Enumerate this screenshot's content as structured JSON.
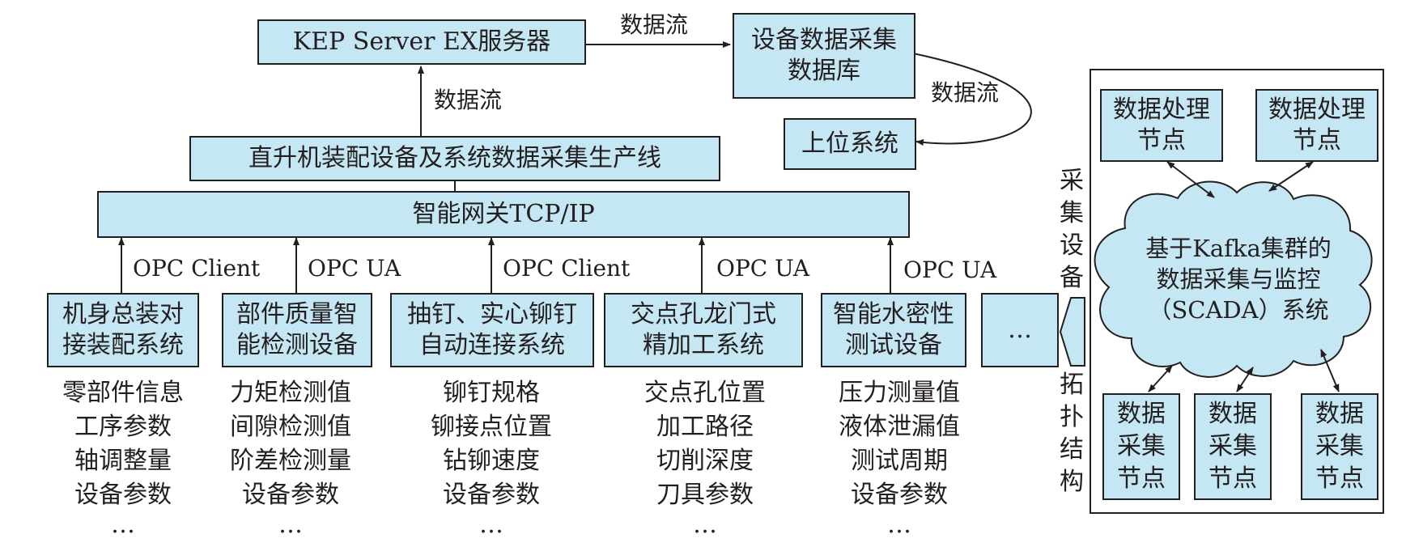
{
  "kep_server": "KEP Server EX服务器",
  "equip_db": [
    "设备数据采集",
    "数据库"
  ],
  "upper_system": "上位系统",
  "dataflow_top": "数据流",
  "dataflow_mid": "数据流",
  "dataflow_right": "数据流",
  "production_line": "直升机装配设备及系统数据采集生产线",
  "gateway": "智能网关TCP/IP",
  "protocols": [
    "OPC Client",
    "OPC UA",
    "OPC Client",
    "OPC UA",
    "OPC UA"
  ],
  "devices": [
    {
      "lines": [
        "机身总装对",
        "接装配系统"
      ]
    },
    {
      "lines": [
        "部件质量智",
        "能检测设备"
      ]
    },
    {
      "lines": [
        "抽钉、实心铆钉",
        "自动连接系统"
      ]
    },
    {
      "lines": [
        "交点孔龙门式",
        "精加工系统"
      ]
    },
    {
      "lines": [
        "智能水密性",
        "测试设备"
      ]
    }
  ],
  "more_device": "…",
  "device_params": [
    [
      "零部件信息",
      "工序参数",
      "轴调整量",
      "设备参数",
      "…"
    ],
    [
      "力矩检测值",
      "间隙检测值",
      "阶差检测量",
      "设备参数",
      "…"
    ],
    [
      "铆钉规格",
      "铆接点位置",
      "钻铆速度",
      "设备参数",
      "…"
    ],
    [
      "交点孔位置",
      "加工路径",
      "切削深度",
      "刀具参数",
      "…"
    ],
    [
      "压力测量值",
      "液体泄漏值",
      "测试周期",
      "设备参数",
      "…"
    ]
  ],
  "vertical_top": [
    "采",
    "集",
    "设",
    "备"
  ],
  "vertical_bottom": [
    "拓",
    "扑",
    "结",
    "构"
  ],
  "processing_nodes": [
    [
      "数据处理",
      "节点"
    ],
    [
      "数据处理",
      "节点"
    ]
  ],
  "cloud": [
    "基于Kafka集群的",
    "数据采集与监控",
    "（SCADA）系统"
  ],
  "collection_nodes": [
    [
      "数据",
      "采集",
      "节点"
    ],
    [
      "数据",
      "采集",
      "节点"
    ],
    [
      "数据",
      "采集",
      "节点"
    ]
  ],
  "colors": {
    "box_fill": "#c5e6f3",
    "line": "#231f20"
  }
}
